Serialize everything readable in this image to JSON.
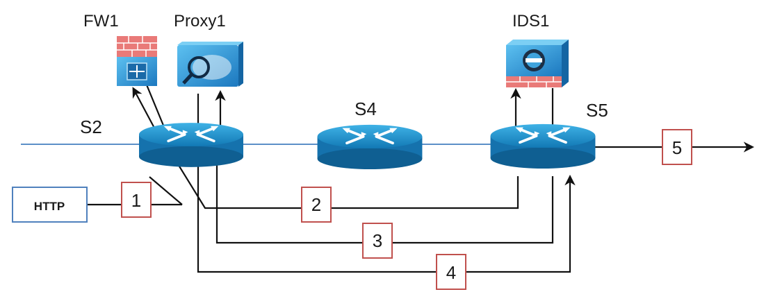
{
  "devices": {
    "fw1": {
      "label": "FW1",
      "icon": "firewall-icon"
    },
    "proxy1": {
      "label": "Proxy1",
      "icon": "proxy-icon"
    },
    "ids1": {
      "label": "IDS1",
      "icon": "ids-icon"
    }
  },
  "switches": {
    "s2": {
      "label": "S2",
      "icon": "switch-icon"
    },
    "s4": {
      "label": "S4",
      "icon": "switch-icon"
    },
    "s5": {
      "label": "S5",
      "icon": "switch-icon"
    }
  },
  "source": {
    "label": "HTTP"
  },
  "steps": [
    "1",
    "2",
    "3",
    "4",
    "5"
  ],
  "colors": {
    "switch_body": "#1e90c8",
    "switch_top": "#2aa6dc",
    "trunk_line": "#5b8fc7",
    "step_box_border": "#c0504d",
    "http_box_border": "#4f81bd",
    "firewall_bricks": "#e06060",
    "appliance_blue": "#2b8fd0"
  }
}
